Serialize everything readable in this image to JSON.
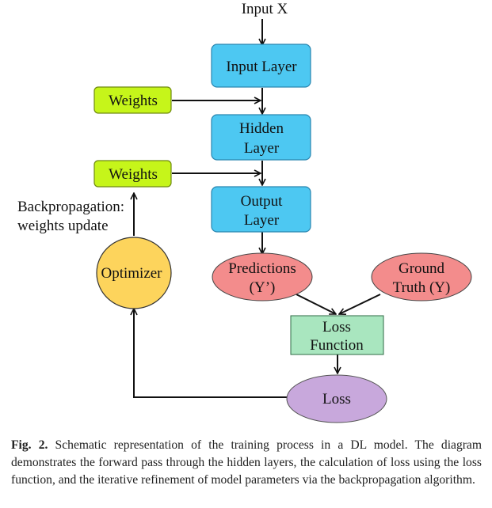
{
  "diagram": {
    "input": "Input X",
    "input_layer": "Input Layer",
    "hidden_layer": [
      "Hidden",
      "Layer"
    ],
    "output_layer": [
      "Output",
      "Layer"
    ],
    "weights_top": "Weights",
    "weights_bottom": "Weights",
    "backprop_label": [
      "Backpropagation:",
      "weights update"
    ],
    "optimizer": "Optimizer",
    "predictions": [
      "Predictions",
      "(Y’)"
    ],
    "ground_truth": [
      "Ground",
      "Truth (Y)"
    ],
    "loss_function": [
      "Loss",
      "Function"
    ],
    "loss": "Loss",
    "colors": {
      "layer_fill": "#4dc8f2",
      "layer_stroke": "#2a86b0",
      "weights_fill": "#c6f51a",
      "weights_stroke": "#6f8a10",
      "optimizer_fill": "#fdd45c",
      "optimizer_stroke": "#333333",
      "predictions_fill": "#f38c8c",
      "loss_function_fill": "#a9e6bf",
      "loss_fill": "#c8a8dc"
    }
  },
  "caption": {
    "label": "Fig. 2.",
    "text": " Schematic representation of the training process in a DL model. The diagram demonstrates the forward pass through the hidden layers, the calculation of loss using the loss function, and the iterative refinement of model parameters via the backpropagation algorithm."
  }
}
